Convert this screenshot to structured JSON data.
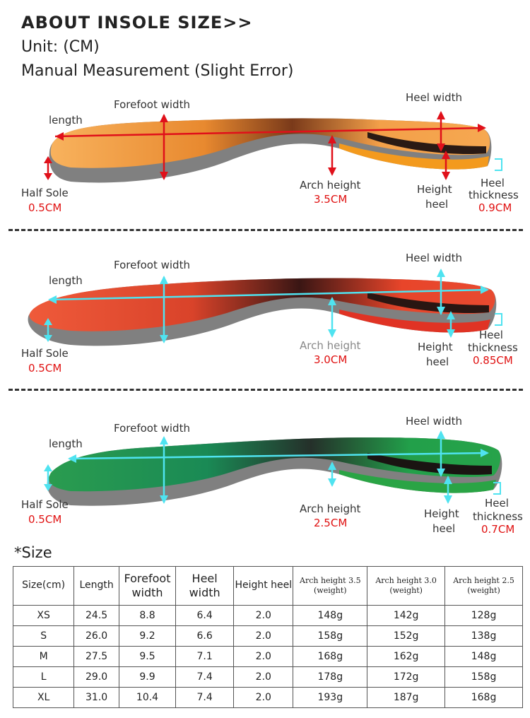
{
  "header": {
    "title": "ABOUT INSOLE SIZE>>",
    "unit": "Unit: (CM)",
    "note": "Manual Measurement (Slight Error)"
  },
  "labels": {
    "length": "length",
    "forefoot_width": "Forefoot width",
    "heel_width": "Heel width",
    "half_sole": "Half Sole",
    "arch_height": "Arch height",
    "height_heel_1": "Height",
    "height_heel_2": "heel",
    "heel_thickness_1": "Heel",
    "heel_thickness_2": "thickness"
  },
  "insoles": [
    {
      "color_name": "orange",
      "top_color": "#f5a14a",
      "side_color": "#f39a1e",
      "arrow_color": "#e0101a",
      "half_sole": "0.5CM",
      "arch_height": "3.5CM",
      "heel_thickness": "0.9CM"
    },
    {
      "color_name": "red",
      "top_color": "#e8452a",
      "side_color": "#e03324",
      "arrow_color": "#4fe3f0",
      "half_sole": "0.5CM",
      "arch_height": "3.0CM",
      "heel_thickness": "0.85CM"
    },
    {
      "color_name": "green",
      "top_color": "#1f9a4c",
      "side_color": "#2aa445",
      "arrow_color": "#4fe3f0",
      "half_sole": "0.5CM",
      "arch_height": "2.5CM",
      "heel_thickness": "0.7CM"
    }
  ],
  "size_title": "*Size",
  "table": {
    "headers": [
      "Size(cm)",
      "Length",
      "Forefoot width",
      "Heel width",
      "Height heel",
      "Arch height 3.5 (weight)",
      "Arch height 3.0 (weight)",
      "Arch height 2.5 (weight)"
    ],
    "rows": [
      [
        "XS",
        "24.5",
        "8.8",
        "6.4",
        "2.0",
        "148g",
        "142g",
        "128g"
      ],
      [
        "S",
        "26.0",
        "9.2",
        "6.6",
        "2.0",
        "158g",
        "152g",
        "138g"
      ],
      [
        "M",
        "27.5",
        "9.5",
        "7.1",
        "2.0",
        "168g",
        "162g",
        "148g"
      ],
      [
        "L",
        "29.0",
        "9.9",
        "7.4",
        "2.0",
        "178g",
        "172g",
        "158g"
      ],
      [
        "XL",
        "31.0",
        "10.4",
        "7.4",
        "2.0",
        "193g",
        "187g",
        "168g"
      ]
    ]
  }
}
